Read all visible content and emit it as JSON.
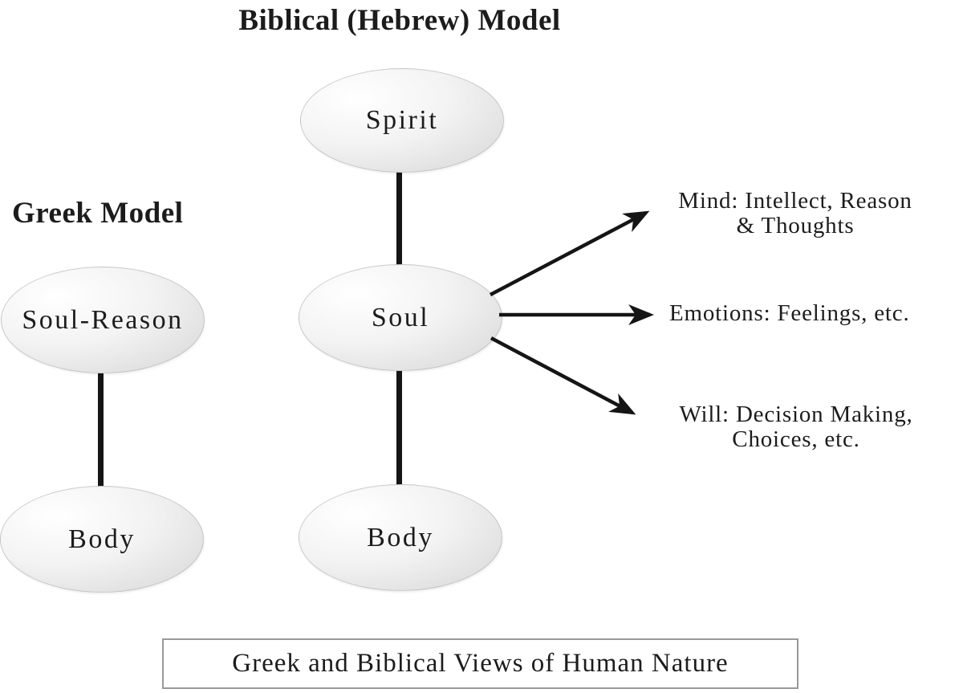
{
  "diagram": {
    "biblical": {
      "title": "Biblical (Hebrew) Model",
      "nodes": [
        {
          "label": "Spirit"
        },
        {
          "label": "Soul"
        },
        {
          "label": "Body"
        }
      ],
      "soul_aspects": [
        {
          "line1": "Mind: Intellect, Reason",
          "line2": "& Thoughts"
        },
        {
          "line1": "Emotions: Feelings, etc.",
          "line2": ""
        },
        {
          "line1": "Will: Decision Making,",
          "line2": "Choices, etc."
        }
      ]
    },
    "greek": {
      "title": "Greek Model",
      "nodes": [
        {
          "label": "Soul-Reason"
        },
        {
          "label": "Body"
        }
      ]
    },
    "caption": "Greek and Biblical Views of Human Nature"
  },
  "colors": {
    "background": "#ffffff",
    "text": "#1c1c1c",
    "connector_line": "#151515",
    "ellipse_gradient_start": "#ffffff",
    "ellipse_gradient_end": "#d6d6d6",
    "caption_border": "#999999"
  }
}
